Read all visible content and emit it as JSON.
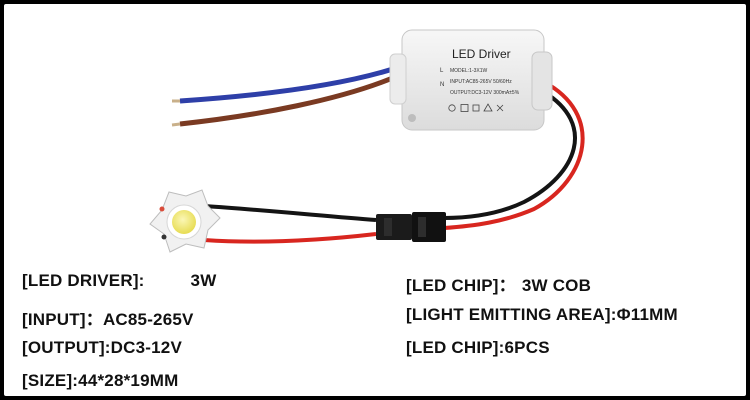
{
  "driver_label": {
    "title": "LED Driver",
    "model": "MODEL:1-3X1W",
    "input": "INPUT:AC85-265V 50/60Hz",
    "output": "OUTPUT:DC3-12V 300mA±5%",
    "pin_l": "L",
    "pin_n": "N"
  },
  "specs": {
    "driver": {
      "label": "[LED DRIVER]:",
      "value": "3W"
    },
    "input": {
      "label": "[INPUT]：",
      "value": "AC85-265V"
    },
    "output": {
      "label": "[OUTPUT]:",
      "value": "DC3-12V"
    },
    "size": {
      "label": "[SIZE]:",
      "value": "44*28*19MM"
    },
    "chip": {
      "label": "[LED CHIP]：",
      "value": "3W COB"
    },
    "area": {
      "label": "[LIGHT EMITTING AREA]:",
      "value": "Φ11MM"
    },
    "chip_count": {
      "label": "[LED CHIP]:",
      "value": "6PCS"
    }
  },
  "colors": {
    "background": "#ffffff",
    "border": "#000000",
    "text": "#111111",
    "wire_red": "#d8261f",
    "wire_black": "#141414",
    "wire_blue": "#2e3fa8",
    "wire_brown": "#7a3a22"
  }
}
